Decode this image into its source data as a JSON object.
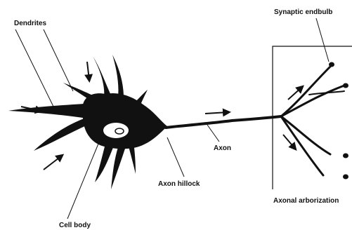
{
  "labels": {
    "dendrites": "Dendrites",
    "synaptic_endbulb": "Synaptic endbulb",
    "axon": "Axon",
    "axon_hillock": "Axon hillock",
    "cell_body": "Cell body",
    "axonal_arborization": "Axonal arborization"
  },
  "colors": {
    "ink": "#111111",
    "background": "#ffffff"
  }
}
